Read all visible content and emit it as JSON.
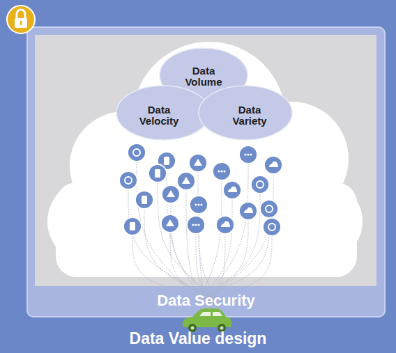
{
  "diagram": {
    "nodes": [
      {
        "text": [
          "Data Value design"
        ]
      },
      {
        "text": [
          "Data Security"
        ],
        "in": 0
      },
      {
        "text": [
          "Data Volume"
        ],
        "in": 1
      },
      {
        "text": [
          "Data Velocity"
        ],
        "in": 1
      },
      {
        "text": [
          "Data Variety"
        ],
        "in": 1
      }
    ]
  }
}
